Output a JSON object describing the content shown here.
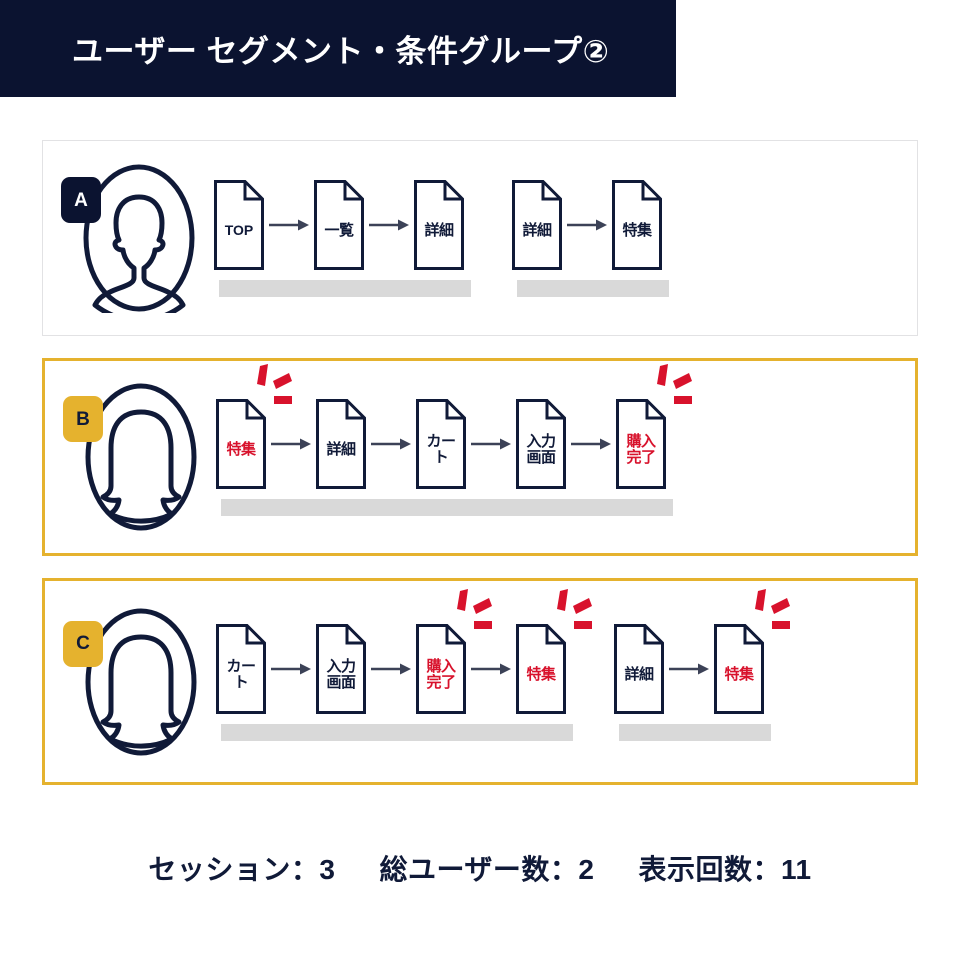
{
  "header": {
    "title": "ユーザー セグメント・条件グループ②",
    "background": "#0b1330",
    "text_color": "#ffffff"
  },
  "colors": {
    "navy": "#101a38",
    "gold": "#e5b22e",
    "red": "#d8122c",
    "session_bar": "#d9d9d9",
    "plain_border": "#e2e2e4"
  },
  "rows": [
    {
      "badge": "A",
      "badge_style": "dark",
      "avatar": "user-avatar-short-hair",
      "highlighted": false,
      "groups": [
        {
          "steps": [
            {
              "label": "TOP",
              "lines": [
                "TOP"
              ],
              "color": "navy",
              "flash": false,
              "script": "latin"
            },
            {
              "label": "一覧",
              "lines": [
                "一覧"
              ],
              "color": "navy",
              "flash": false,
              "script": "jp"
            },
            {
              "label": "詳細",
              "lines": [
                "詳細"
              ],
              "color": "navy",
              "flash": false,
              "script": "jp"
            }
          ]
        },
        {
          "steps": [
            {
              "label": "詳細",
              "lines": [
                "詳細"
              ],
              "color": "navy",
              "flash": false,
              "script": "jp"
            },
            {
              "label": "特集",
              "lines": [
                "特集"
              ],
              "color": "navy",
              "flash": false,
              "script": "jp"
            }
          ]
        }
      ]
    },
    {
      "badge": "B",
      "badge_style": "gold",
      "avatar": "user-avatar-long-hair",
      "highlighted": true,
      "groups": [
        {
          "steps": [
            {
              "label": "特集",
              "lines": [
                "特集"
              ],
              "color": "red",
              "flash": true,
              "script": "jp"
            },
            {
              "label": "詳細",
              "lines": [
                "詳細"
              ],
              "color": "navy",
              "flash": false,
              "script": "jp"
            },
            {
              "label": "カート",
              "lines": [
                "カー",
                "ト"
              ],
              "color": "navy",
              "flash": false,
              "script": "jp"
            },
            {
              "label": "入力画面",
              "lines": [
                "入力",
                "画面"
              ],
              "color": "navy",
              "flash": false,
              "script": "jp"
            },
            {
              "label": "購入完了",
              "lines": [
                "購入",
                "完了"
              ],
              "color": "red",
              "flash": true,
              "script": "jp"
            }
          ]
        }
      ]
    },
    {
      "badge": "C",
      "badge_style": "gold",
      "avatar": "user-avatar-long-hair",
      "highlighted": true,
      "groups": [
        {
          "steps": [
            {
              "label": "カート",
              "lines": [
                "カー",
                "ト"
              ],
              "color": "navy",
              "flash": false,
              "script": "jp"
            },
            {
              "label": "入力画面",
              "lines": [
                "入力",
                "画面"
              ],
              "color": "navy",
              "flash": false,
              "script": "jp"
            },
            {
              "label": "購入完了",
              "lines": [
                "購入",
                "完了"
              ],
              "color": "red",
              "flash": true,
              "script": "jp"
            },
            {
              "label": "特集",
              "lines": [
                "特集"
              ],
              "color": "red",
              "flash": true,
              "script": "jp"
            }
          ]
        },
        {
          "steps": [
            {
              "label": "詳細",
              "lines": [
                "詳細"
              ],
              "color": "navy",
              "flash": false,
              "script": "jp"
            },
            {
              "label": "特集",
              "lines": [
                "特集"
              ],
              "color": "red",
              "flash": true,
              "script": "jp"
            }
          ]
        }
      ]
    }
  ],
  "footer": {
    "stats": [
      {
        "label": "セッション：3"
      },
      {
        "label": "総ユーザー数：2"
      },
      {
        "label": "表示回数：11"
      }
    ]
  }
}
